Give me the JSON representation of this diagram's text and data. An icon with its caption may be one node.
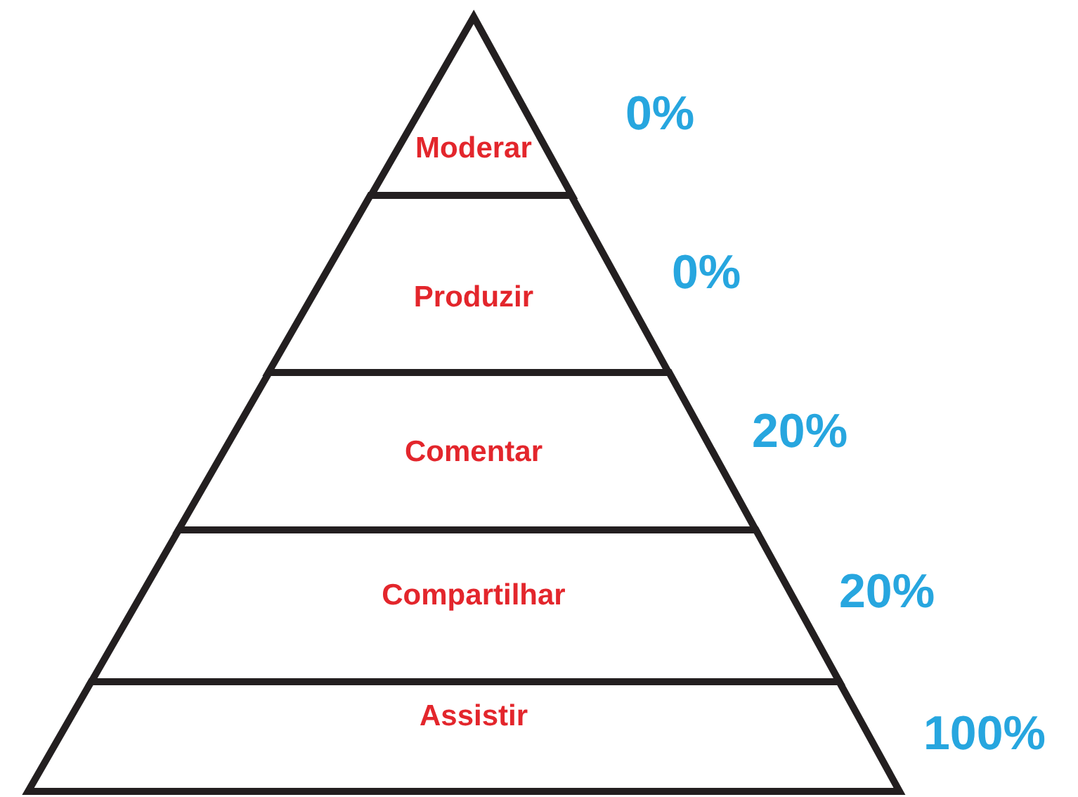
{
  "diagram": {
    "nodes": [
      {
        "text": [
          "Moderar"
        ],
        "beside": [
          "0%"
        ]
      },
      {
        "text": [
          "Produzir"
        ],
        "beside": [
          "0%"
        ]
      },
      {
        "text": [
          "Comentar"
        ],
        "beside": [
          "20%"
        ]
      },
      {
        "text": [
          "Compartilhar"
        ],
        "beside": [
          "20%"
        ]
      },
      {
        "text": [
          "Assistir"
        ],
        "beside": [
          "100%"
        ]
      }
    ]
  }
}
